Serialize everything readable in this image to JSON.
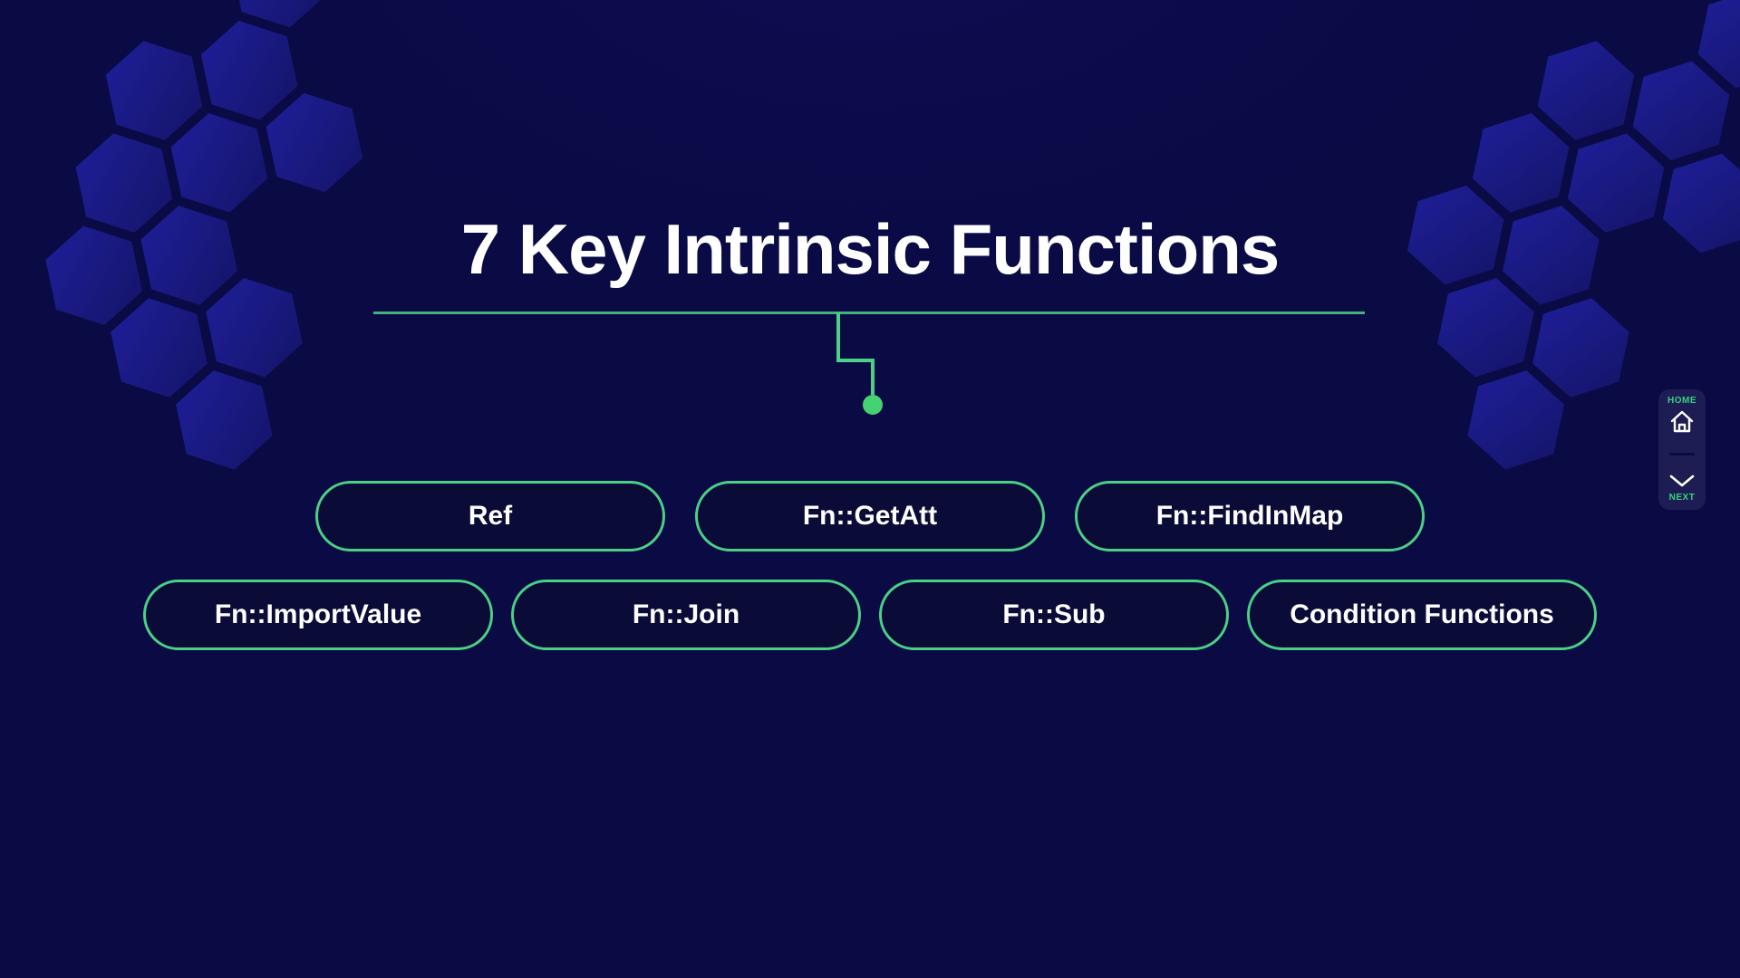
{
  "title": {
    "text": "7 Key Intrinsic Functions"
  },
  "diagram": {
    "row1": [
      {
        "label": "Ref"
      },
      {
        "label": "Fn::GetAtt"
      },
      {
        "label": "Fn::FindInMap"
      }
    ],
    "row2": [
      {
        "label": "Fn::ImportValue"
      },
      {
        "label": "Fn::Join"
      },
      {
        "label": "Fn::Sub"
      },
      {
        "label": "Condition Functions"
      }
    ]
  },
  "nav": {
    "home_label": "HOME",
    "home_icon": "home-icon",
    "next_label": "NEXT",
    "next_icon": "chevron-down-icon"
  },
  "colors": {
    "background": "#0a0a45",
    "accent_green": "#4bd085",
    "dot_green": "#44d272",
    "nav_green": "#38d17f",
    "button_fill": "#0b0b38",
    "hexagon_light": "#2121a4",
    "hexagon_dark": "#15156b",
    "title_text": "#ffffff"
  }
}
